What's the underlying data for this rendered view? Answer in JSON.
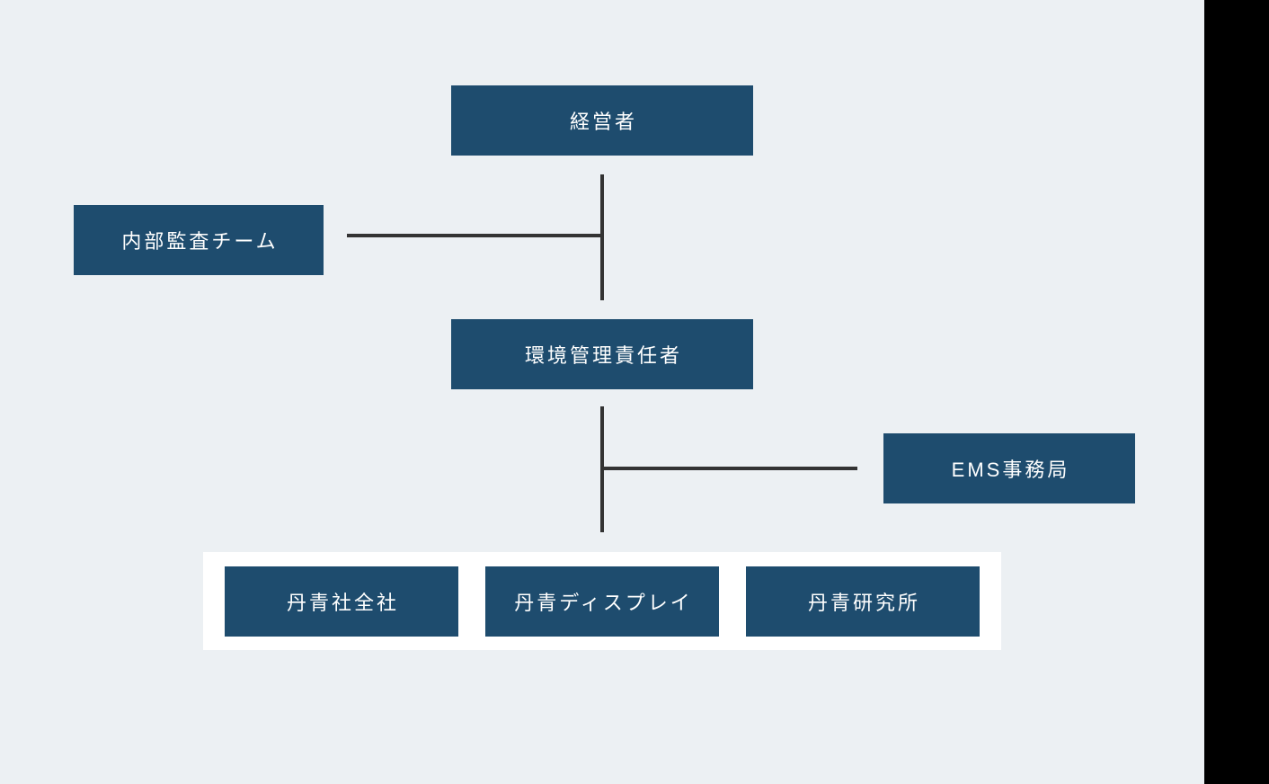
{
  "page": {
    "background_color": "#ecf0f3",
    "right_strip_color": "#000000"
  },
  "org_chart": {
    "type": "org-chart",
    "node_color": "#1e4c6e",
    "node_text_color": "#ffffff",
    "connector_color": "#333333",
    "group_container_color": "#ffffff",
    "nodes": {
      "executive": {
        "label": "経営者"
      },
      "internal_audit": {
        "label": "内部監査チーム"
      },
      "env_manager": {
        "label": "環境管理責任者"
      },
      "ems_office": {
        "label": "EMS事務局"
      },
      "group_companies": [
        {
          "label": "丹青社全社"
        },
        {
          "label": "丹青ディスプレイ"
        },
        {
          "label": "丹青研究所"
        }
      ]
    }
  }
}
